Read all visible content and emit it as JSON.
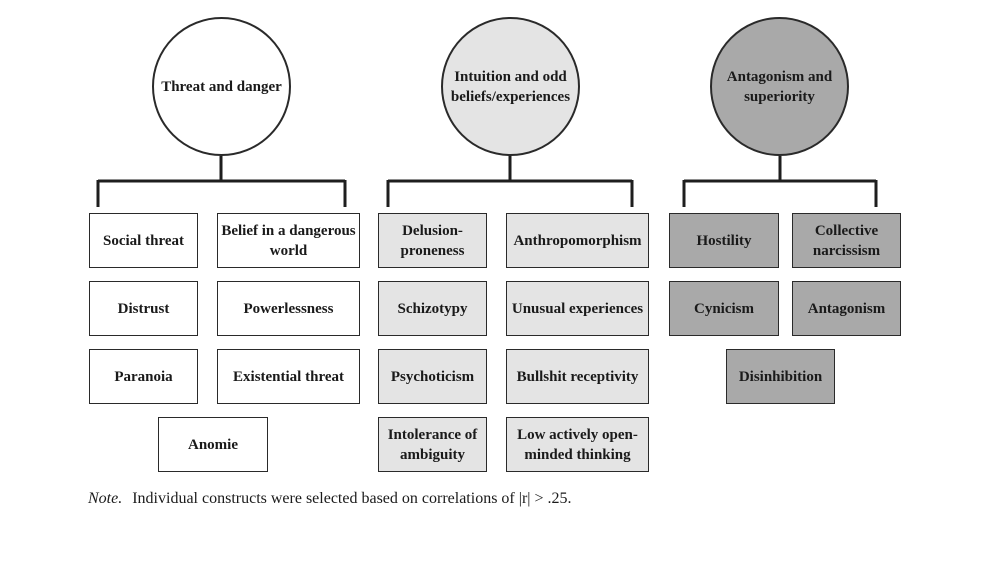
{
  "groups": [
    {
      "title": "Threat and danger",
      "fill": "#ffffff",
      "items": [
        "Social threat",
        "Belief in a dangerous world",
        "Distrust",
        "Powerlessness",
        "Paranoia",
        "Existential threat",
        "Anomie"
      ]
    },
    {
      "title": "Intuition and odd beliefs/experiences",
      "fill": "#e4e4e4",
      "items": [
        "Delusion-proneness",
        "Anthropomorphism",
        "Schizotypy",
        "Unusual experiences",
        "Psychoticism",
        "Bullshit receptivity",
        "Intolerance of ambiguity",
        "Low actively open-minded thinking"
      ]
    },
    {
      "title": "Antagonism and superiority",
      "fill": "#a9a9a9",
      "items": [
        "Hostility",
        "Collective narcissism",
        "Cynicism",
        "Antagonism",
        "Disinhibition"
      ]
    }
  ],
  "note": {
    "lead": "Note.",
    "text": "Individual constructs were selected based on correlations of |r| > .25."
  }
}
